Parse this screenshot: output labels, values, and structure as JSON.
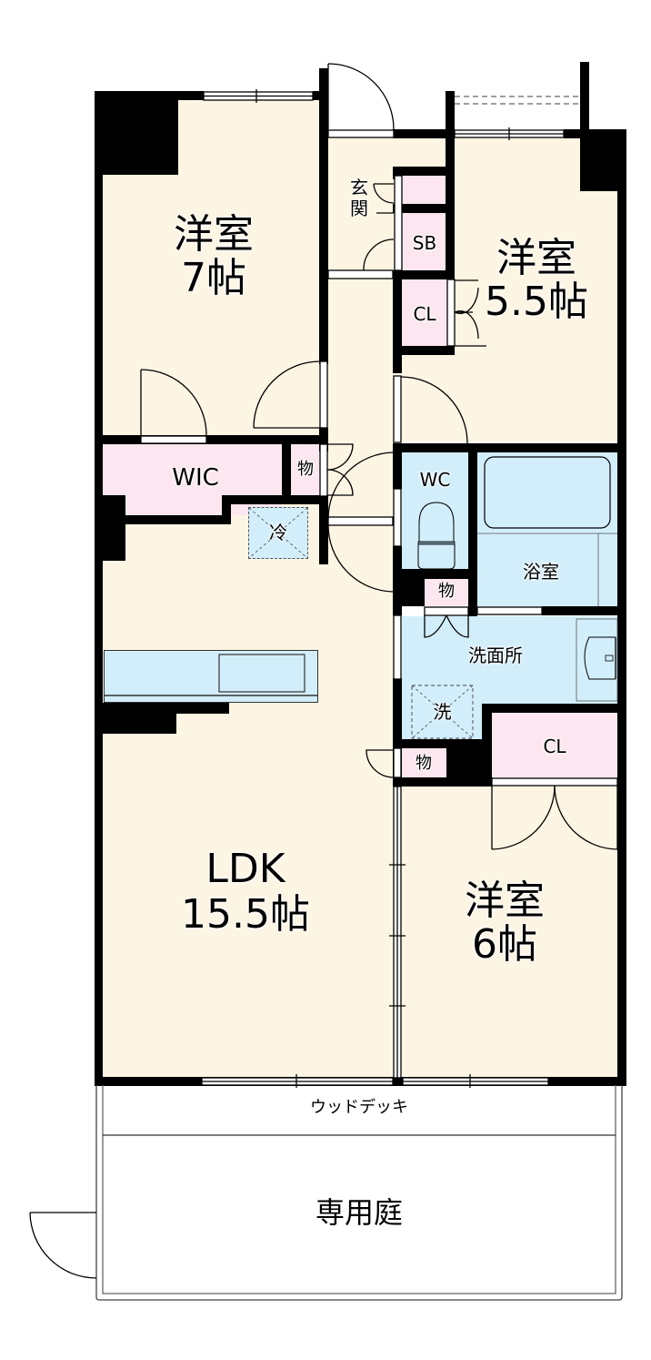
{
  "colors": {
    "floor": "#fdf5e3",
    "storage": "#fce6ef",
    "wet": "#d2eefa",
    "wall": "#000000",
    "outdoor": "#ffffff"
  },
  "rooms": {
    "western_7": {
      "name": "洋室",
      "size": "7帖"
    },
    "western_55": {
      "name": "洋室",
      "size": "5.5帖"
    },
    "ldk": {
      "name": "LDK",
      "size": "15.5帖"
    },
    "western_6": {
      "name": "洋室",
      "size": "6帖"
    },
    "entrance": {
      "name_top": "玄",
      "name_bottom": "関"
    },
    "shoebox": {
      "name": "SB"
    },
    "closet_55": {
      "name": "CL"
    },
    "wic": {
      "name": "WIC"
    },
    "storage_hall": {
      "name": "物"
    },
    "fridge": {
      "name": "冷"
    },
    "wc": {
      "name": "WC"
    },
    "bath": {
      "name": "浴室"
    },
    "storage_wc": {
      "name": "物"
    },
    "washroom": {
      "name": "洗面所"
    },
    "washer": {
      "name": "洗"
    },
    "storage_ldk": {
      "name": "物"
    },
    "closet_6": {
      "name": "CL"
    }
  },
  "outdoor": {
    "deck": "ウッドデッキ",
    "garden": "専用庭"
  }
}
